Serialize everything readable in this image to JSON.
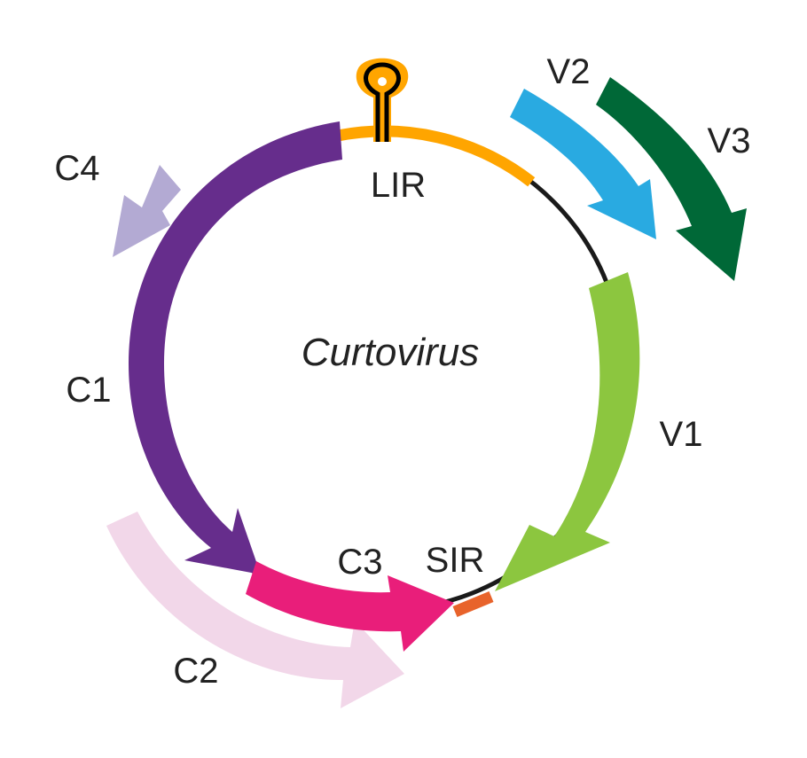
{
  "diagram": {
    "title": "Curtovirus",
    "regions": [
      {
        "id": "LIR",
        "label": "LIR",
        "color": "#FFA500"
      },
      {
        "id": "SIR",
        "label": "SIR",
        "color": "#E8632B"
      }
    ],
    "genes": [
      {
        "id": "V1",
        "label": "V1",
        "color": "#8CC63F"
      },
      {
        "id": "V2",
        "label": "V2",
        "color": "#29AAE1"
      },
      {
        "id": "V3",
        "label": "V3",
        "color": "#006837"
      },
      {
        "id": "C1",
        "label": "C1",
        "color": "#662D8C"
      },
      {
        "id": "C2",
        "label": "C2",
        "color": "#F2D7E9"
      },
      {
        "id": "C3",
        "label": "C3",
        "color": "#E91E7A"
      },
      {
        "id": "C4",
        "label": "C4",
        "color": "#B3AAD3"
      }
    ],
    "genome_line_color": "#1A1A1A",
    "hairpin": {
      "fill": "#FFA500",
      "stroke": "#000000"
    }
  }
}
